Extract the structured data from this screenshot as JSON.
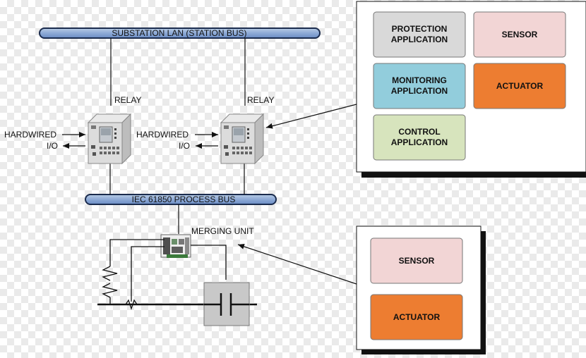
{
  "buses": {
    "station": "SUBSTATION LAN (STATION BUS)",
    "process": "IEC 61850 PROCESS BUS"
  },
  "relays": [
    {
      "label": "RELAY",
      "io_in": "HARDWIRED",
      "io_out": "I/O"
    },
    {
      "label": "RELAY",
      "io_in": "HARDWIRED",
      "io_out": "I/O"
    }
  ],
  "merging_unit": {
    "label": "MERGING UNIT"
  },
  "relay_panel": {
    "boxes": [
      {
        "line1": "PROTECTION",
        "line2": "APPLICATION",
        "fill": "#d9d9d9"
      },
      {
        "line1": "SENSOR",
        "line2": "",
        "fill": "#f2d5d5"
      },
      {
        "line1": "MONITORING",
        "line2": "APPLICATION",
        "fill": "#92cddc"
      },
      {
        "line1": "ACTUATOR",
        "line2": "",
        "fill": "#ed7d31"
      },
      {
        "line1": "CONTROL",
        "line2": "APPLICATION",
        "fill": "#d7e4bd"
      }
    ]
  },
  "mu_panel": {
    "boxes": [
      {
        "line1": "SENSOR",
        "fill": "#f2d5d5"
      },
      {
        "line1": "ACTUATOR",
        "fill": "#ed7d31"
      }
    ]
  }
}
